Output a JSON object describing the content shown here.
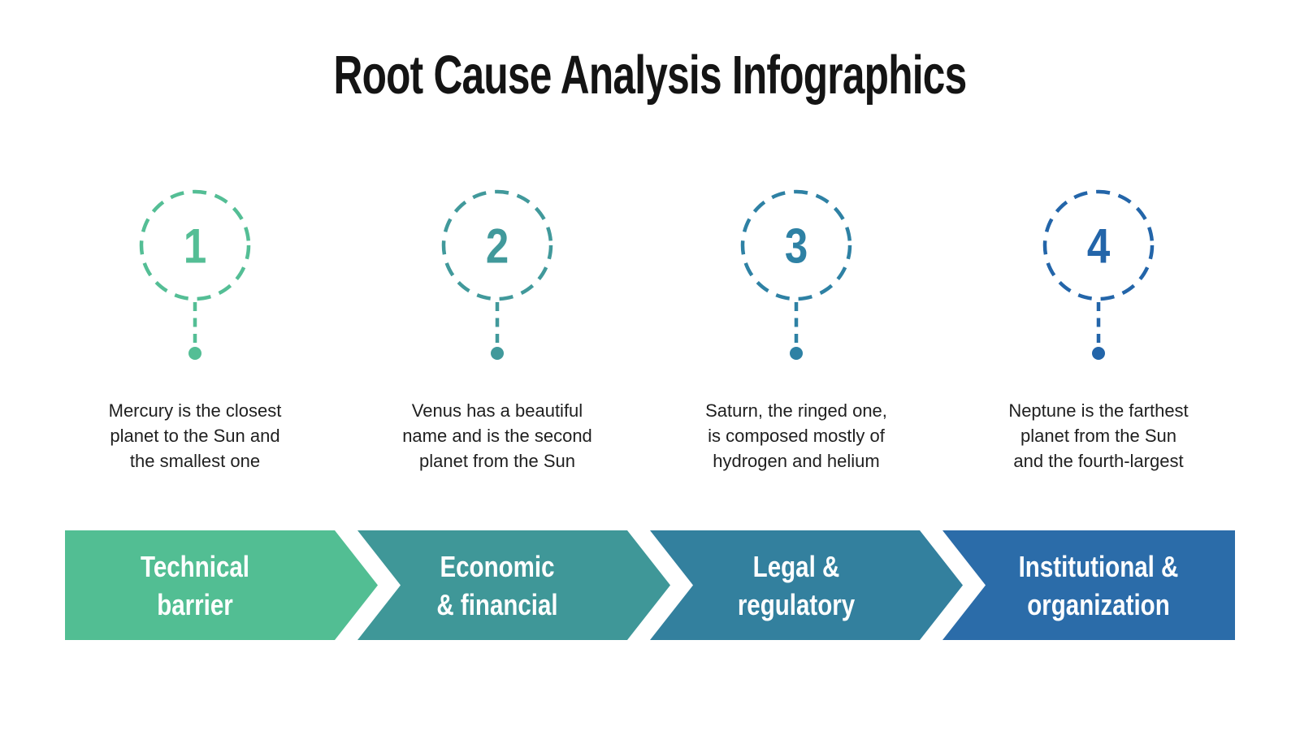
{
  "title": "Root Cause Analysis Infographics",
  "steps": [
    {
      "number": "1",
      "circle_color": "#54BE95",
      "description": "Mercury is the closest planet to the Sun and the smallest one",
      "banner": {
        "color": "#52BE93",
        "label_lines": [
          "Technical",
          "barrier"
        ]
      }
    },
    {
      "number": "2",
      "circle_color": "#41999B",
      "description": "Venus has a beautiful name and is the second planet from the Sun",
      "banner": {
        "color": "#3F9798",
        "label_lines": [
          "Economic",
          "& financial"
        ]
      }
    },
    {
      "number": "3",
      "circle_color": "#2E81A4",
      "description": "Saturn, the ringed one, is composed mostly of hydrogen and helium",
      "banner": {
        "color": "#33809E",
        "label_lines": [
          "Legal &",
          "regulatory"
        ]
      }
    },
    {
      "number": "4",
      "circle_color": "#2365A9",
      "description": "Neptune is the farthest planet from the Sun and the fourth-largest",
      "banner": {
        "color": "#2B6CA9",
        "label_lines": [
          "Institutional &",
          "organization"
        ]
      }
    }
  ]
}
